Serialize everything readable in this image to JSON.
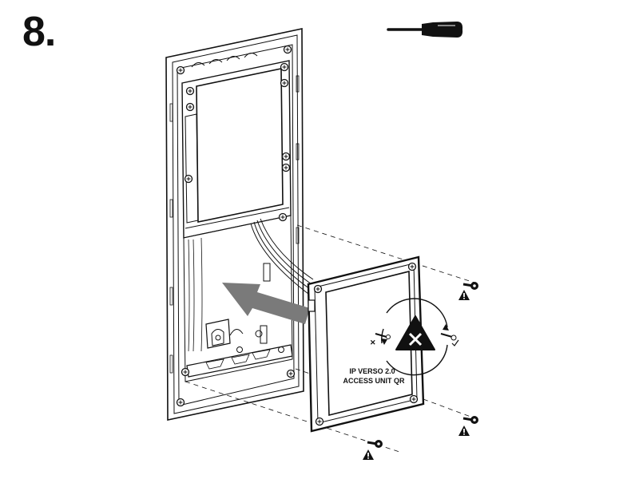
{
  "step": {
    "number": "8."
  },
  "module": {
    "label_line1": "IP VERSO 2.0",
    "label_line2": "ACCESS UNIT QR"
  },
  "icons": {
    "tool": "screwdriver-icon",
    "warning": "warning-triangle-icon",
    "forbidden": "x-mark-icon"
  },
  "colors": {
    "ink": "#111111",
    "arrow": "#7a7a7a",
    "paper": "#ffffff"
  }
}
